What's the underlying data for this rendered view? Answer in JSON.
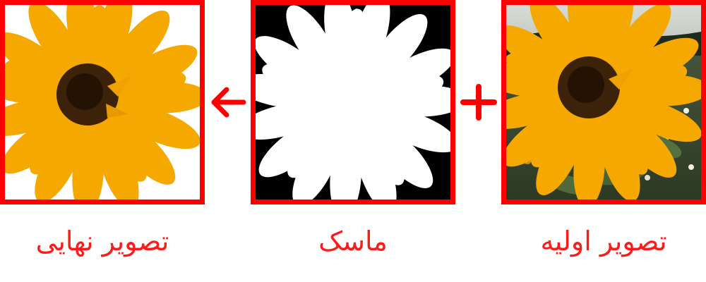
{
  "panels": {
    "final": {
      "caption": "تصویر نهایی",
      "image": "sunflower-cutout"
    },
    "mask": {
      "caption": "ماسک",
      "image": "sunflower-mask"
    },
    "original": {
      "caption": "تصویر اولیه",
      "image": "sunflower-photo"
    }
  },
  "operators": {
    "between_original_and_mask": "plus-icon",
    "between_mask_and_final": "left-arrow-icon"
  },
  "colors": {
    "frame": "#ff0000",
    "caption": "#ff1a1a",
    "petal": "#f5a800",
    "center": "#3b2208",
    "mask_bg": "#000000",
    "mask_fg": "#ffffff"
  }
}
